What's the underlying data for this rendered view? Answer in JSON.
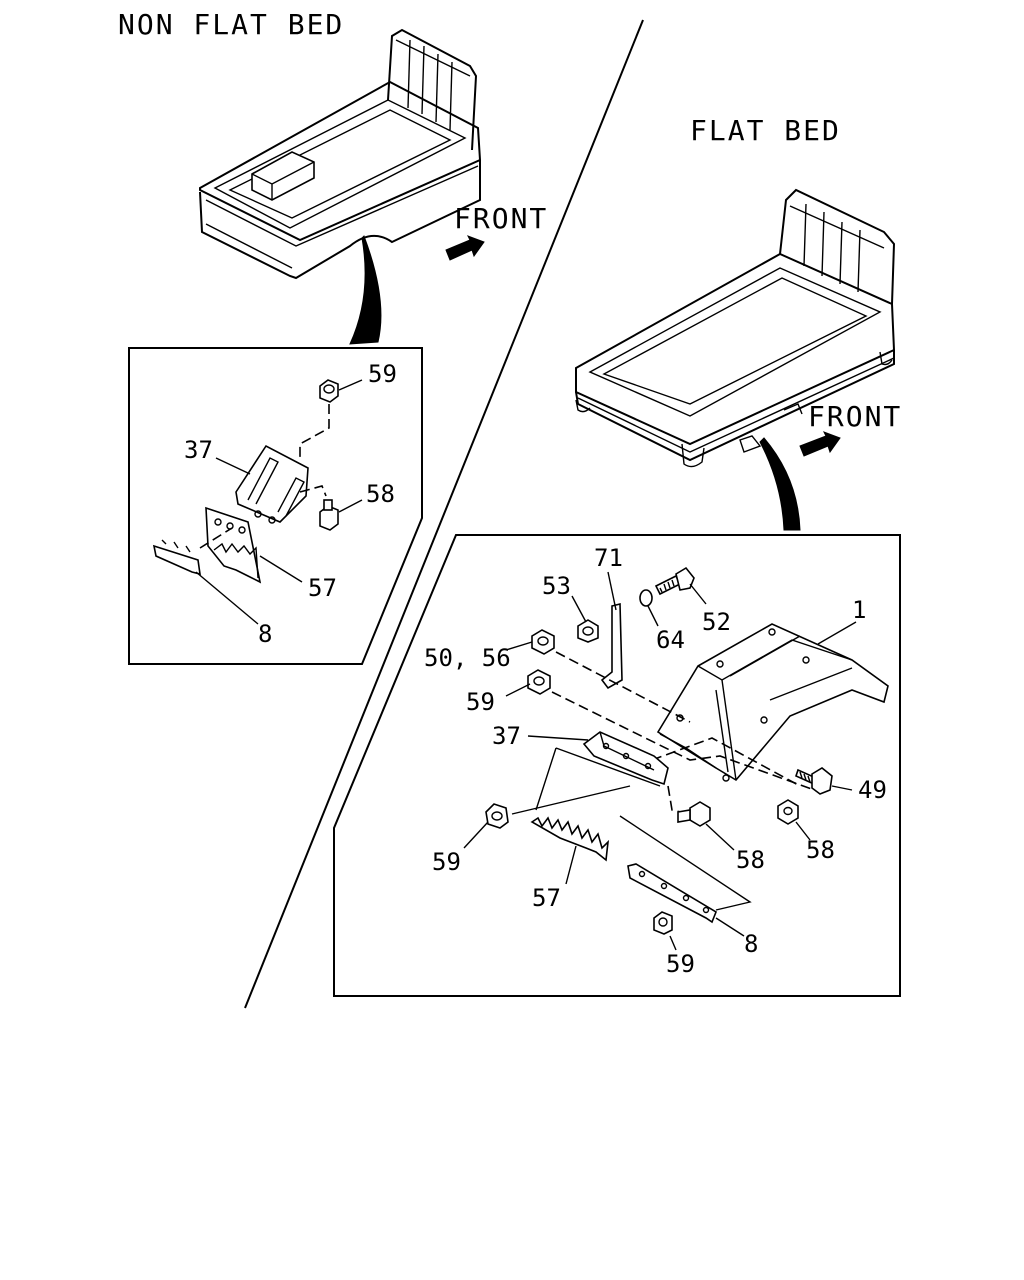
{
  "titles": {
    "non_flat_bed": "NON FLAT BED",
    "flat_bed": "FLAT BED",
    "front_left": "FRONT",
    "front_right": "FRONT"
  },
  "left_callouts": {
    "c59": "59",
    "c37": "37",
    "c58": "58",
    "c57": "57",
    "c8": "8"
  },
  "right_callouts": {
    "c71": "71",
    "c53": "53",
    "c52": "52",
    "c64": "64",
    "c1": "1",
    "c50_56": "50, 56",
    "c59a": "59",
    "c37": "37",
    "c49": "49",
    "c58a": "58",
    "c58b": "58",
    "c59b": "59",
    "c57": "57",
    "c8": "8",
    "c59c": "59"
  },
  "icons": [
    "front-arrow-icon",
    "curved-pointer-arrow-icon"
  ]
}
